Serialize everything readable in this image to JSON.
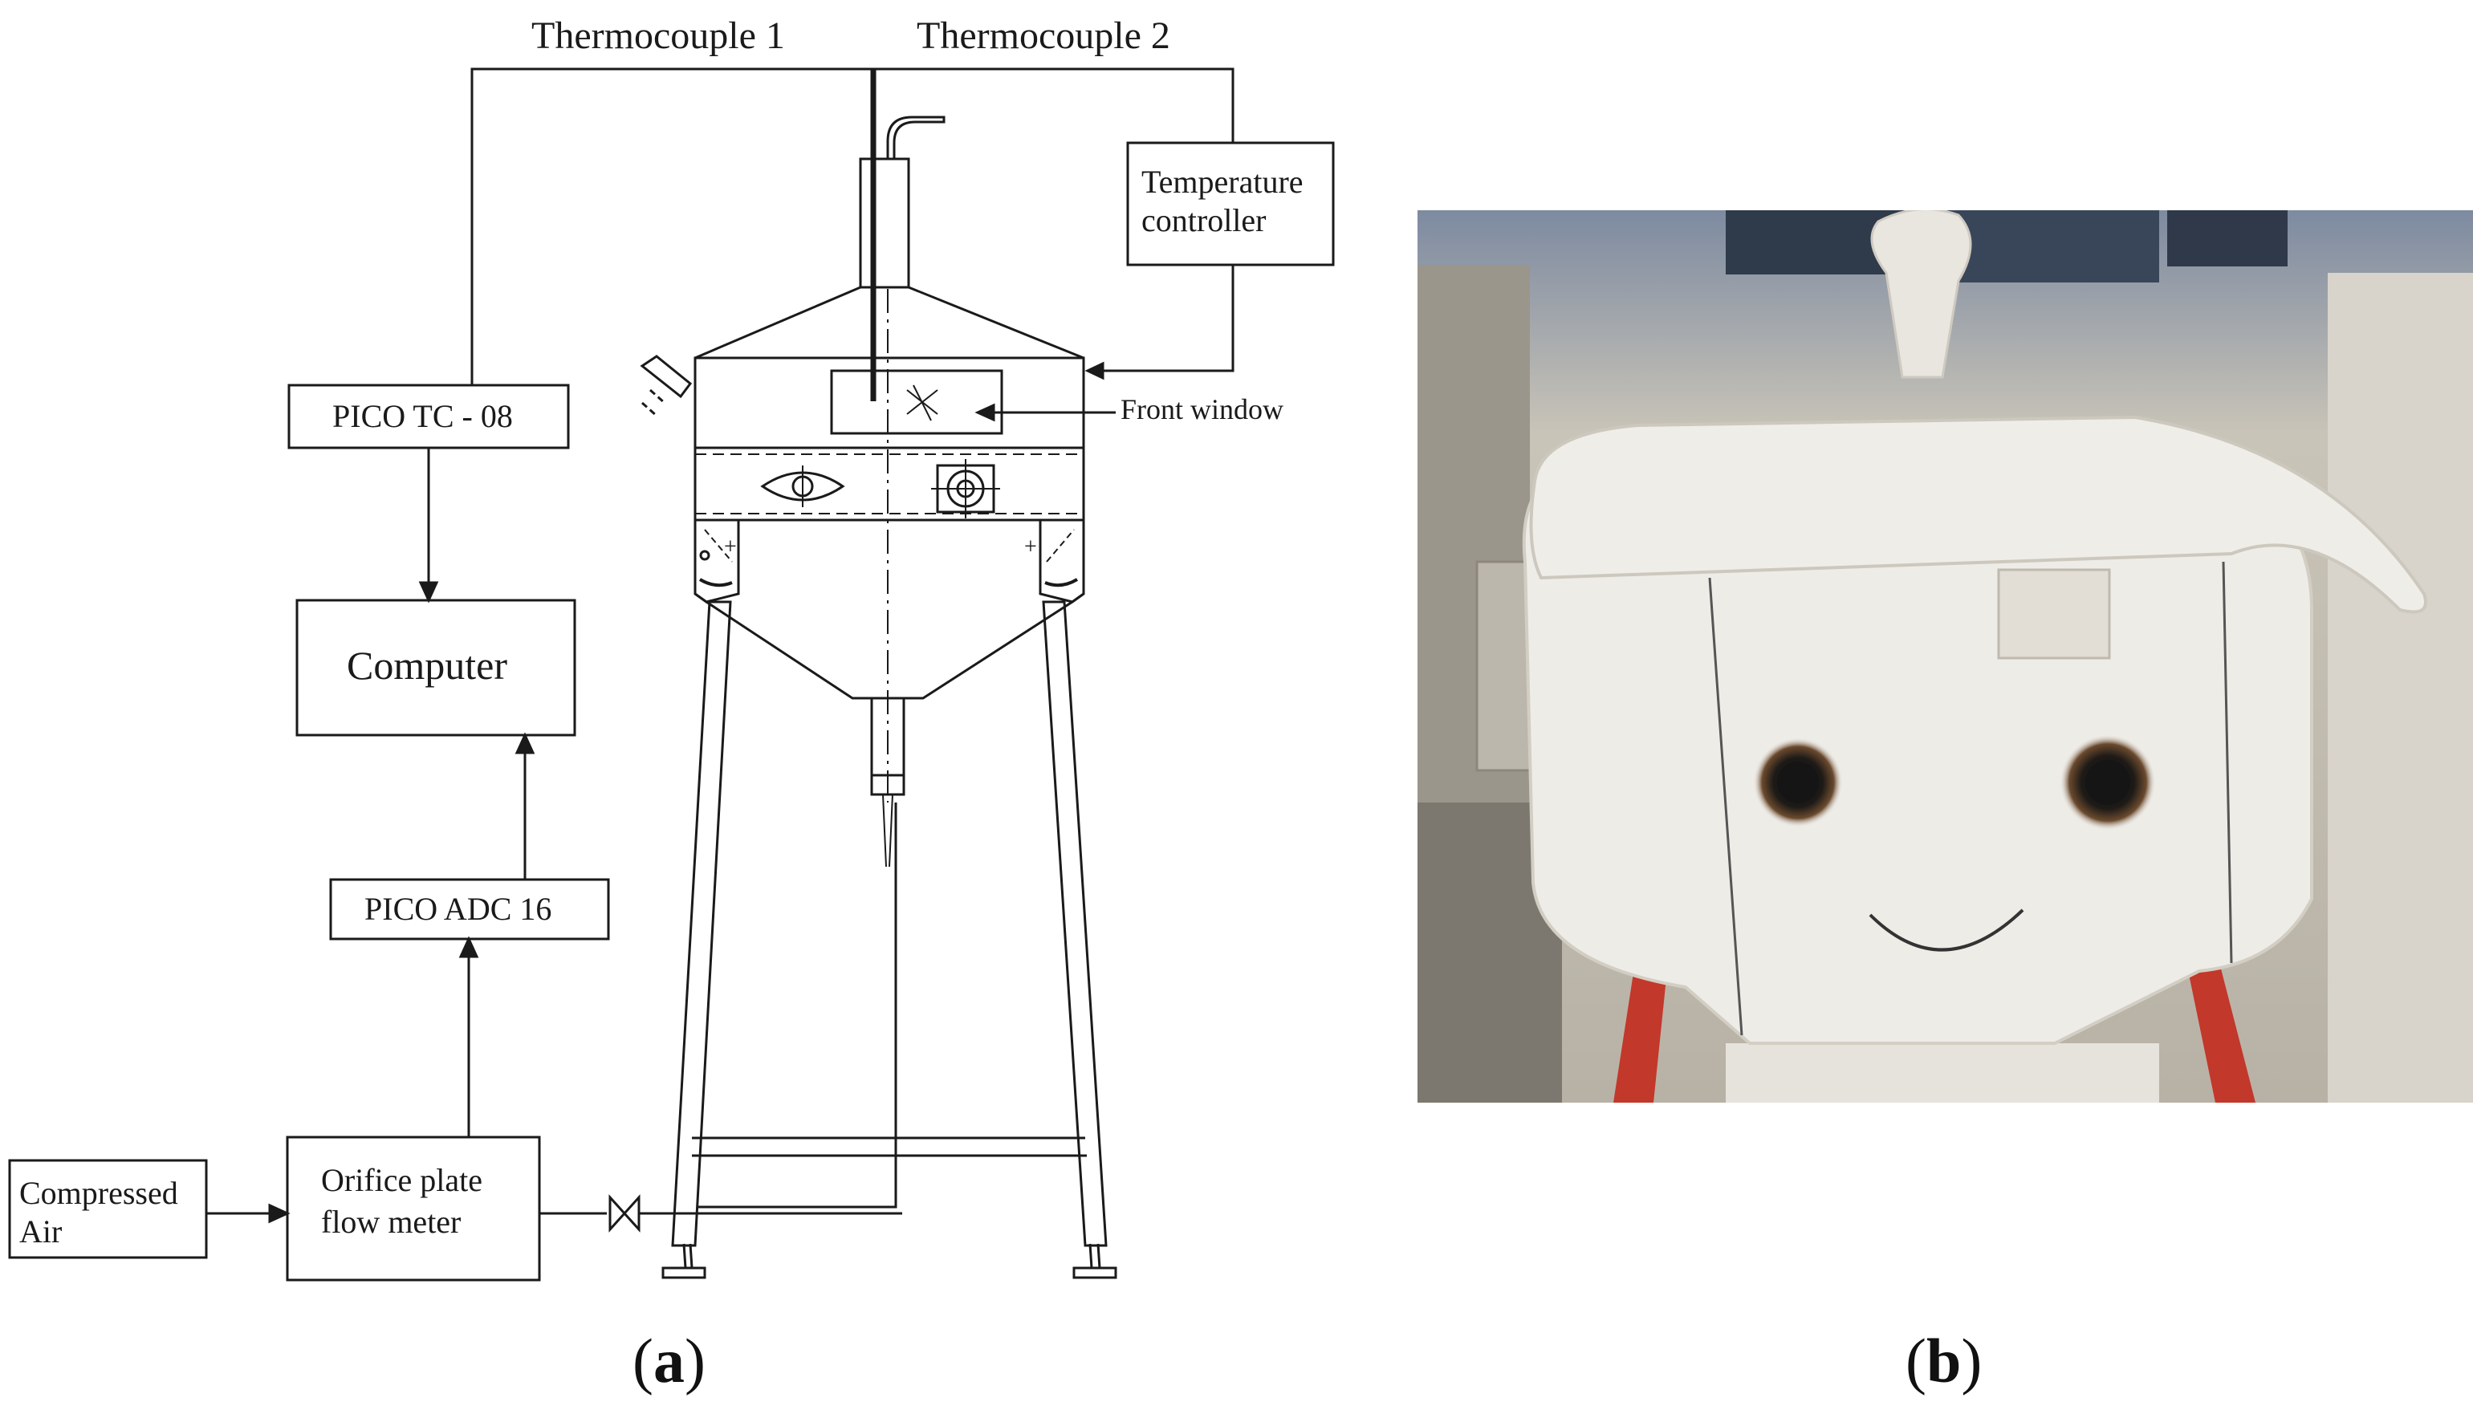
{
  "panel_a": {
    "caption_open": "(",
    "caption_letter": "a",
    "caption_close": ")",
    "labels": {
      "thermocouple_1": "Thermocouple 1",
      "thermocouple_2": "Thermocouple 2",
      "temperature_controller_line1": "Temperature",
      "temperature_controller_line2": "controller",
      "front_window": "Front window",
      "pico_tc": "PICO TC - 08",
      "computer": "Computer",
      "pico_adc": "PICO ADC 16",
      "compressed_air_line1": "Compressed",
      "compressed_air_line2": "Air",
      "orifice_line1": "Orifice plate",
      "orifice_line2": "flow meter"
    }
  },
  "panel_b": {
    "caption_open": "(",
    "caption_letter": "b",
    "caption_close": ")",
    "photo_subject": "insulated fluidized bed reactor photograph"
  },
  "colors": {
    "line": "#1a1a1a",
    "insulation": "#eeece7",
    "stand_red": "#c2382b",
    "background_wall": "#d9d4c9"
  }
}
